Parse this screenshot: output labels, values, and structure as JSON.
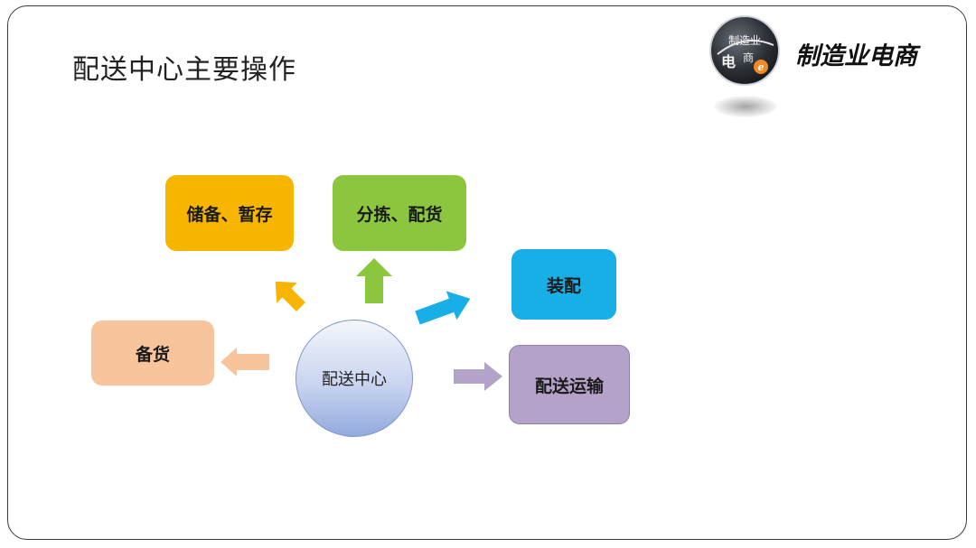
{
  "slide": {
    "title": "配送中心主要操作"
  },
  "brand": {
    "name": "制造业电商",
    "logo_text_top": "制造业",
    "logo_text_left": "电",
    "logo_text_right": "商"
  },
  "diagram": {
    "center": "配送中心",
    "nodes": [
      {
        "id": "storage",
        "label": "储备、暂存"
      },
      {
        "id": "sorting",
        "label": "分拣、配货"
      },
      {
        "id": "assembly",
        "label": "装配"
      },
      {
        "id": "stocking",
        "label": "备货"
      },
      {
        "id": "delivery",
        "label": "配送运输"
      }
    ]
  },
  "colors": {
    "storage": "#f7b500",
    "sorting": "#8cc63f",
    "assembly": "#18aee6",
    "stocking": "#f8c49c",
    "delivery": "#b4a3c8"
  }
}
